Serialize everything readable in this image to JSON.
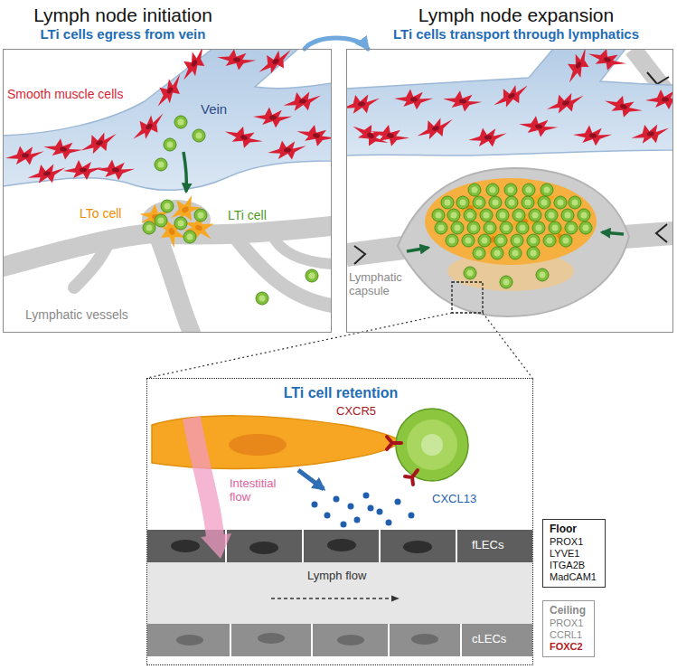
{
  "diagram": {
    "nodes": [
      {
        "text": [
          "Lymph node initiation",
          "LTi cells egress from vein"
        ]
      },
      {
        "text": [
          "Lymph node expansion",
          "LTi cells transport through lymphatics"
        ]
      },
      {
        "text": [
          "LTi cell retention"
        ]
      },
      {
        "text": [
          "Floor",
          "PROX1",
          "LYVE1",
          "ITGA2B",
          "MadCAM1"
        ]
      },
      {
        "text": [
          "Ceiling",
          "PROX1",
          "CCRL1",
          "FOXC2"
        ]
      }
    ],
    "edges": [
      {
        "from": 0,
        "to": 1,
        "arrow": "to"
      }
    ],
    "labels": [
      "Smooth muscle cells",
      "Vein",
      "LTo cell",
      "LTi cell",
      "Lymphatic vessels",
      "Lymphatic capsule",
      "CXCR5",
      "Intestitial flow",
      "CXCL13",
      "fLECs",
      "Lymph flow",
      "cLECs"
    ]
  }
}
